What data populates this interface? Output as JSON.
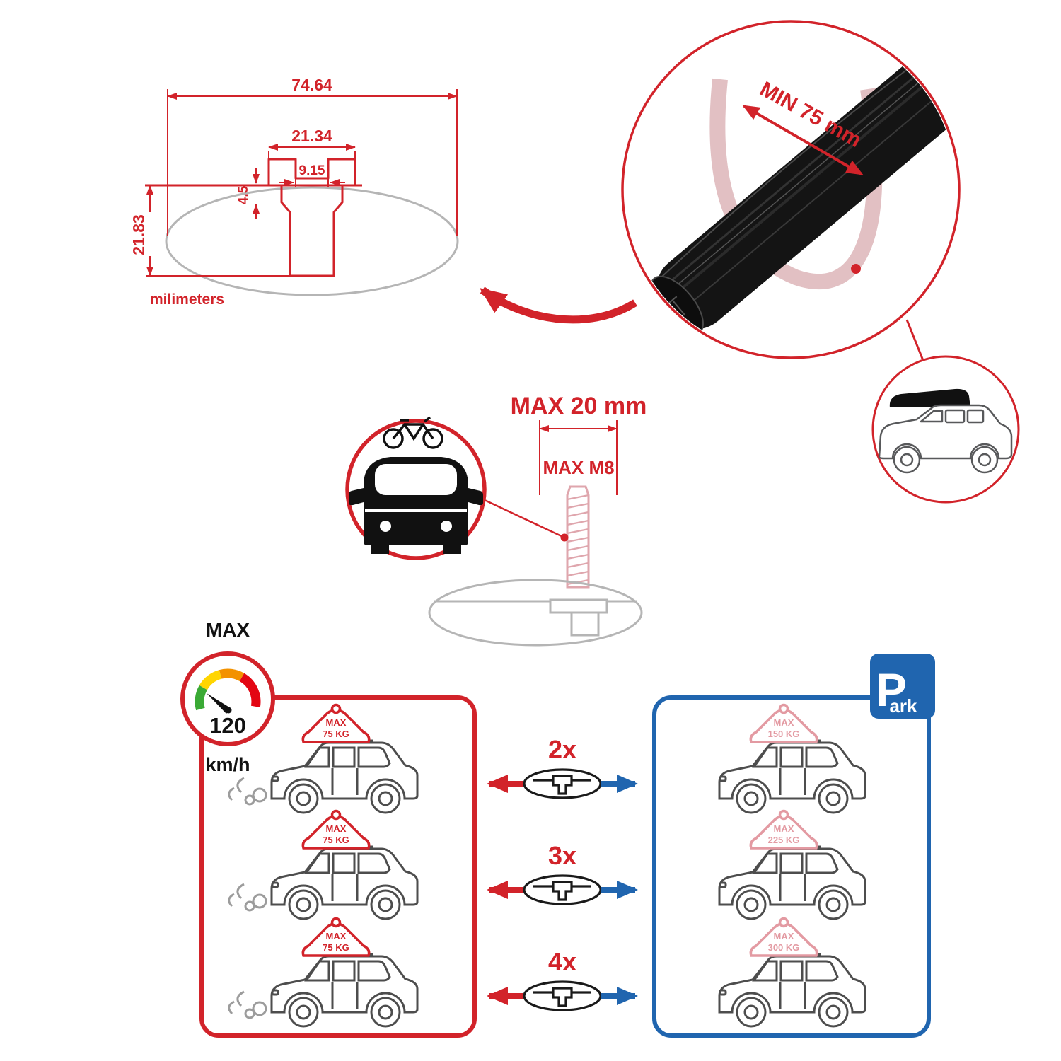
{
  "technical_drawing": {
    "total": "74.64",
    "channel": "21.34",
    "slot": "9.15",
    "depth": "4.5",
    "height": "21.83",
    "unit": "milimeters"
  },
  "crossbar_detail": {
    "min_span": "MIN 75 mm"
  },
  "bolt_detail": {
    "max_width": "MAX 20 mm",
    "max_thread": "MAX M8"
  },
  "speed_badge": {
    "label": "MAX",
    "value": "120",
    "unit": "km/h"
  },
  "park_sign": {
    "p": "P",
    "ark": "ark"
  },
  "comparison": {
    "rows": [
      {
        "qty": "2x"
      },
      {
        "qty": "3x"
      },
      {
        "qty": "4x"
      }
    ],
    "driving": [
      {
        "max": "MAX",
        "kg": "75 KG"
      },
      {
        "max": "MAX",
        "kg": "75 KG"
      },
      {
        "max": "MAX",
        "kg": "75 KG"
      }
    ],
    "parked": [
      {
        "max": "MAX",
        "kg": "150 KG"
      },
      {
        "max": "MAX",
        "kg": "225 KG"
      },
      {
        "max": "MAX",
        "kg": "300 KG"
      }
    ]
  },
  "colors": {
    "red": "#d2232a",
    "blue": "#2065af",
    "pink": "#e39aa2",
    "gauge_green": "#3aaa35",
    "gauge_yellow": "#ffd500",
    "gauge_orange": "#f39200",
    "gauge_red": "#e30613",
    "bar_black": "#141414",
    "outline_gray": "#4d4d4d",
    "faded_gray": "#b5b5b5"
  }
}
